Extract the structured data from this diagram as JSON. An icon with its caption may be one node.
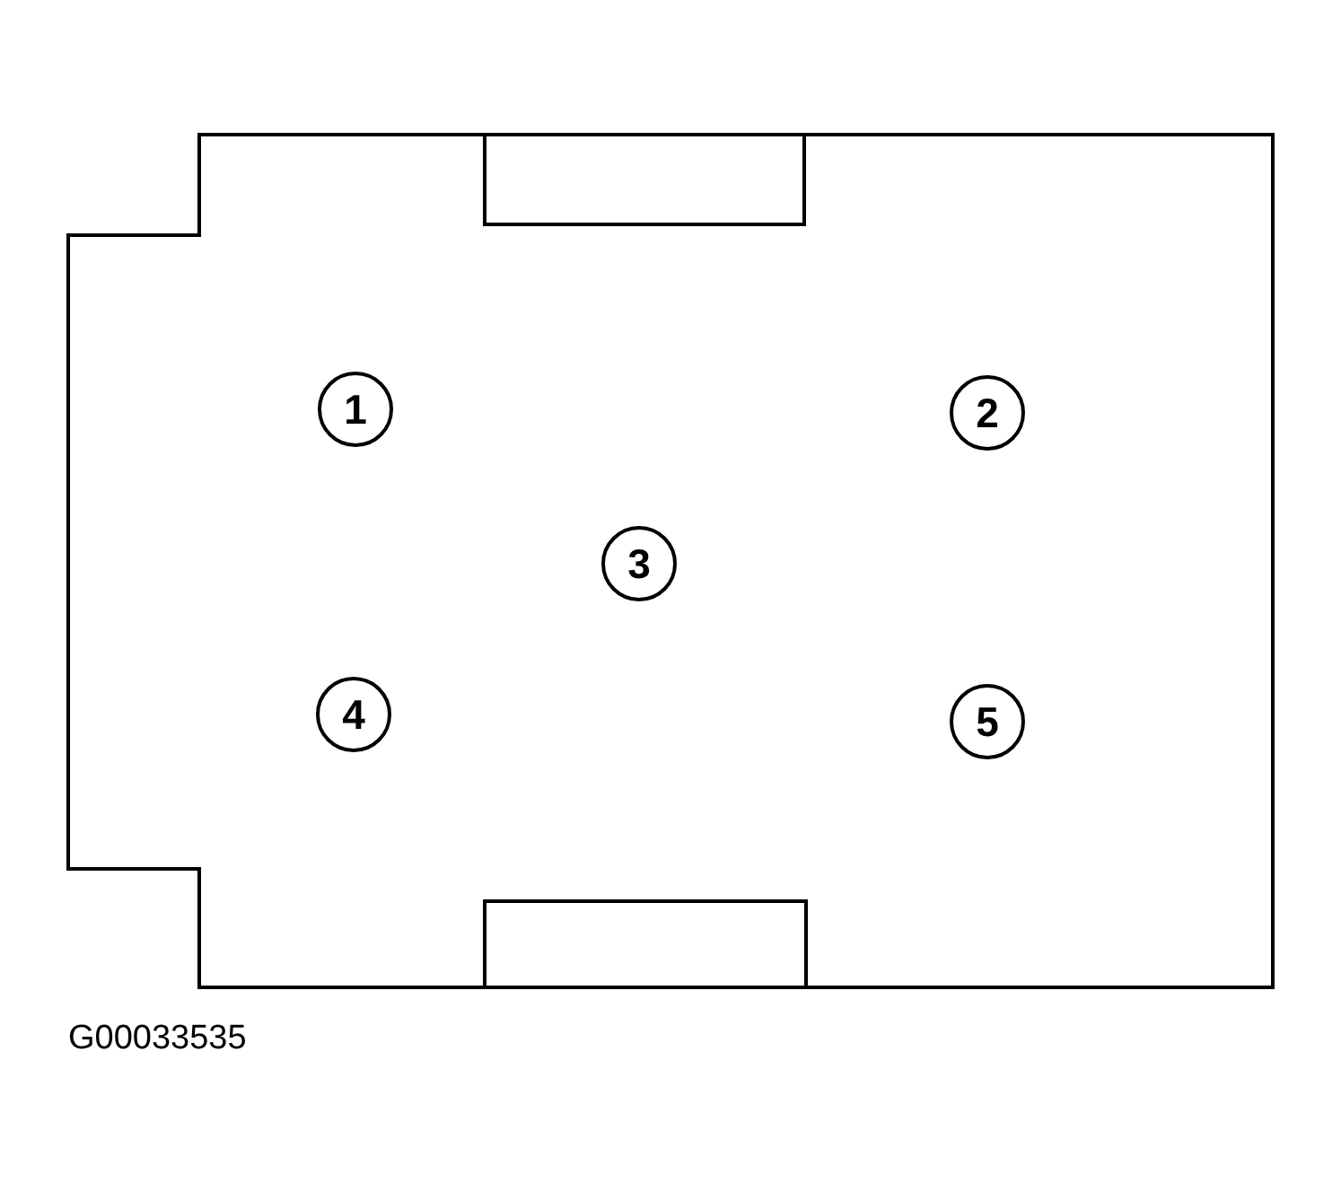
{
  "diagram": {
    "nodes": [
      {
        "text": [
          "1"
        ]
      },
      {
        "text": [
          "2"
        ]
      },
      {
        "text": [
          "3"
        ]
      },
      {
        "text": [
          "4"
        ]
      },
      {
        "text": [
          "5"
        ]
      }
    ],
    "labels": [
      "G00033535"
    ]
  }
}
